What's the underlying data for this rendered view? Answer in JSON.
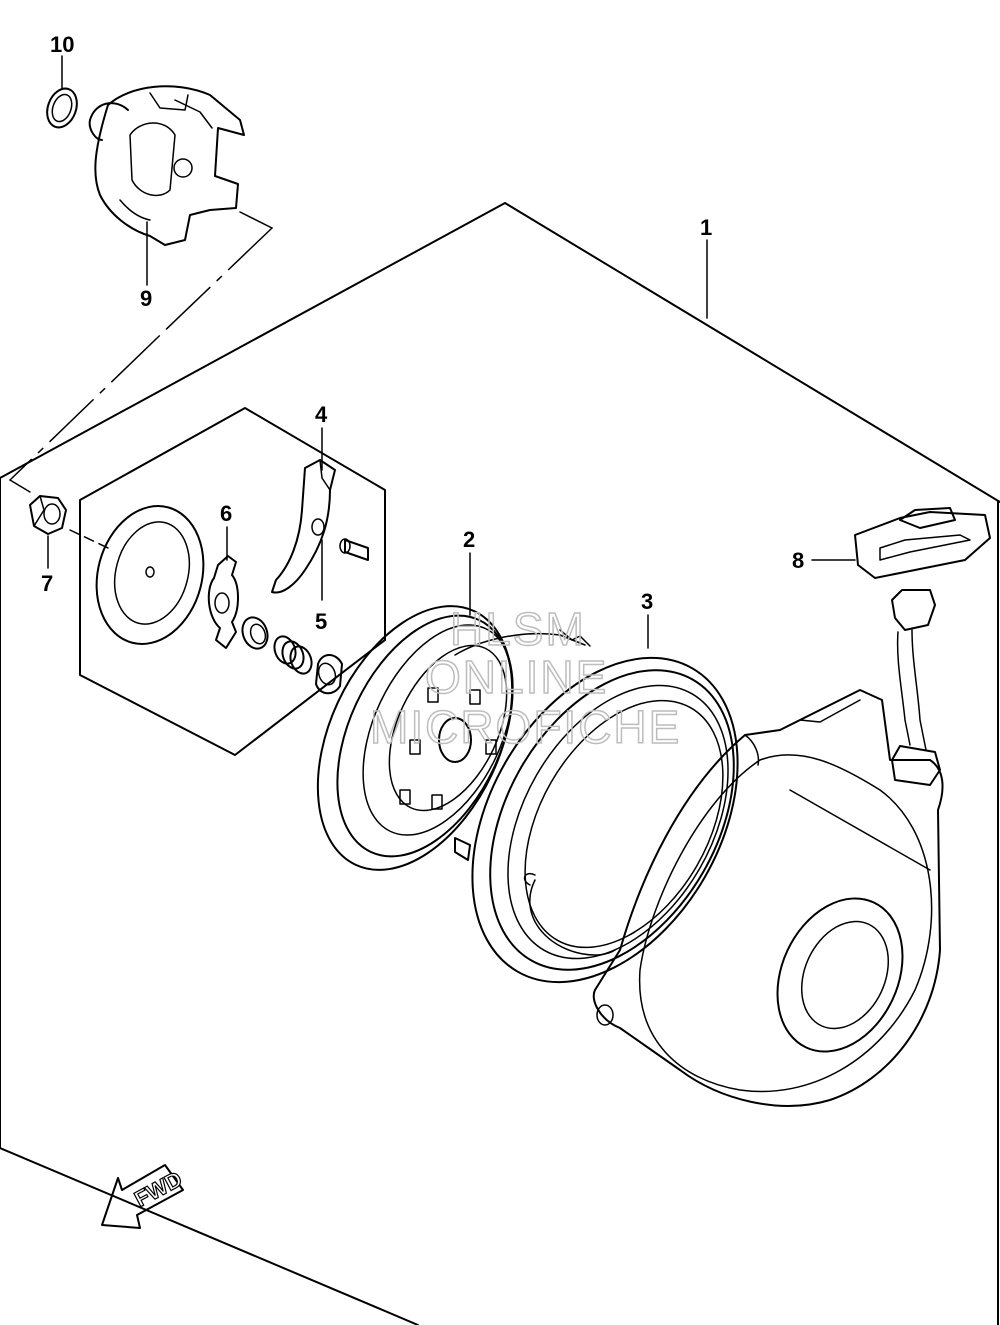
{
  "callouts": {
    "c1": "1",
    "c2": "2",
    "c3": "3",
    "c4": "4",
    "c5": "5",
    "c6": "6",
    "c7": "7",
    "c8": "8",
    "c9": "9",
    "c10": "10"
  },
  "watermark": {
    "line1": "HLSM",
    "line2": "ONLINE",
    "line3": "MICROFICHE"
  },
  "direction_arrow": {
    "label": "FWD"
  },
  "colors": {
    "line": "#000000",
    "background": "#ffffff",
    "watermark": "#bdbdbd"
  }
}
